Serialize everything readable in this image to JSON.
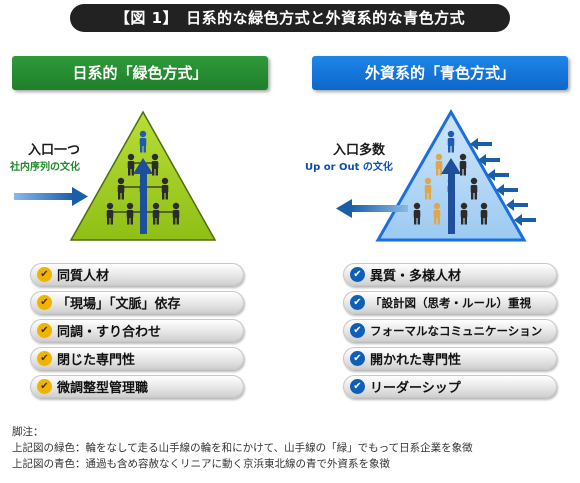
{
  "title": "【図 1】　日系的な緑色方式と外資系的な青色方式",
  "left": {
    "header": "日系的「緑色方式」",
    "entry_label": "入口一つ",
    "entry_sub": "社内序列の文化",
    "traits": [
      "同質人材",
      "「現場」「文脈」依存",
      "同調・すり合わせ",
      "閉じた専門性",
      "微調整型管理職"
    ],
    "accent_color": "#2f9a3a"
  },
  "right": {
    "header": "外資系的「青色方式」",
    "entry_label": "入口多数",
    "entry_sub": "Up or Out の文化",
    "traits": [
      "異質・多様人材",
      "「設計図（思考・ルール）重視",
      "フォーマルなコミュニケーション",
      "開かれた専門性",
      "リーダーシップ"
    ],
    "accent_color": "#1e86e8"
  },
  "notes": {
    "heading": "脚注：",
    "line1": "上記図の緑色：輪をなして走る山手線の輪を和にかけて、山手線の「緑」でもって日系企業を象徴",
    "line2": "上記図の青色：通過も含め容赦なくリニアに動く京浜東北線の青で外資系を象徴"
  }
}
